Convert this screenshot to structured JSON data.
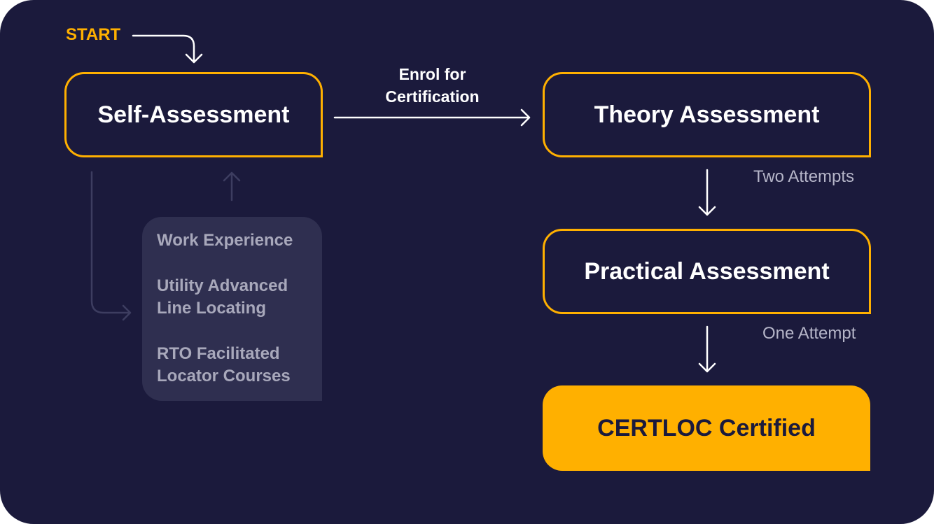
{
  "start_label": "START",
  "nodes": {
    "self_assessment": "Self-Assessment",
    "theory_assessment": "Theory Assessment",
    "practical_assessment": "Practical Assessment",
    "certified": "CERTLOC Certified"
  },
  "edges": {
    "enrol": "Enrol for Certification",
    "enrol_line1": "Enrol for",
    "enrol_line2": "Certification",
    "theory_to_practical": "Two Attempts",
    "practical_to_certified": "One Attempt"
  },
  "pathways": [
    "Work Experience",
    "Utility Advanced Line Locating",
    "RTO Facilitated Locator Courses"
  ],
  "colors": {
    "background": "#1b1a3c",
    "accent": "#ffb000",
    "panel": "#2f2f50"
  }
}
